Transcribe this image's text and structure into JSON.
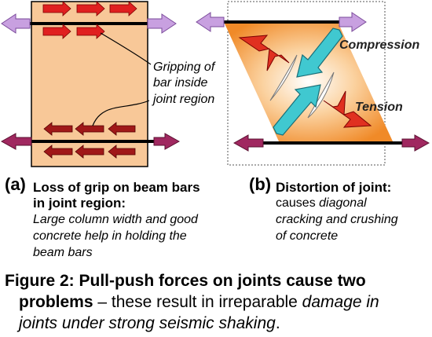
{
  "panel_a": {
    "annotation": [
      "Gripping of",
      "bar inside",
      "joint region"
    ],
    "tag": "(a)",
    "heading_line1": "Loss of grip on beam bars",
    "heading_line2": "in joint region:",
    "body": [
      "Large column width and good",
      "concrete help in holding the",
      "beam bars"
    ]
  },
  "panel_b": {
    "compression_label": "Compression",
    "tension_label": "Tension",
    "tag": "(b)",
    "heading": "Distortion of joint:",
    "body_line1_plain": "causes ",
    "body_line1_italic": "diagonal",
    "body_line2": "cracking and crushing",
    "body_line3": "of concrete"
  },
  "caption": {
    "bold_part": "Figure 2: Pull-push forces on joints cause two",
    "bold_part2": "problems",
    "plain_part": " – these result in irreparable ",
    "italic_part": "damage in",
    "italic_part2": "joints under strong seismic shaking",
    "end": "."
  },
  "colors": {
    "column_fill": "#f8c898",
    "red_arrow": "#e02020",
    "dark_red_arrow": "#a01010",
    "violet_arrow": "#c8a0e0",
    "maroon_arrow": "#902050",
    "compression_strut": "#40c8d0",
    "tension_arrow": "#e03020",
    "joint_gradient": "#f08020"
  }
}
